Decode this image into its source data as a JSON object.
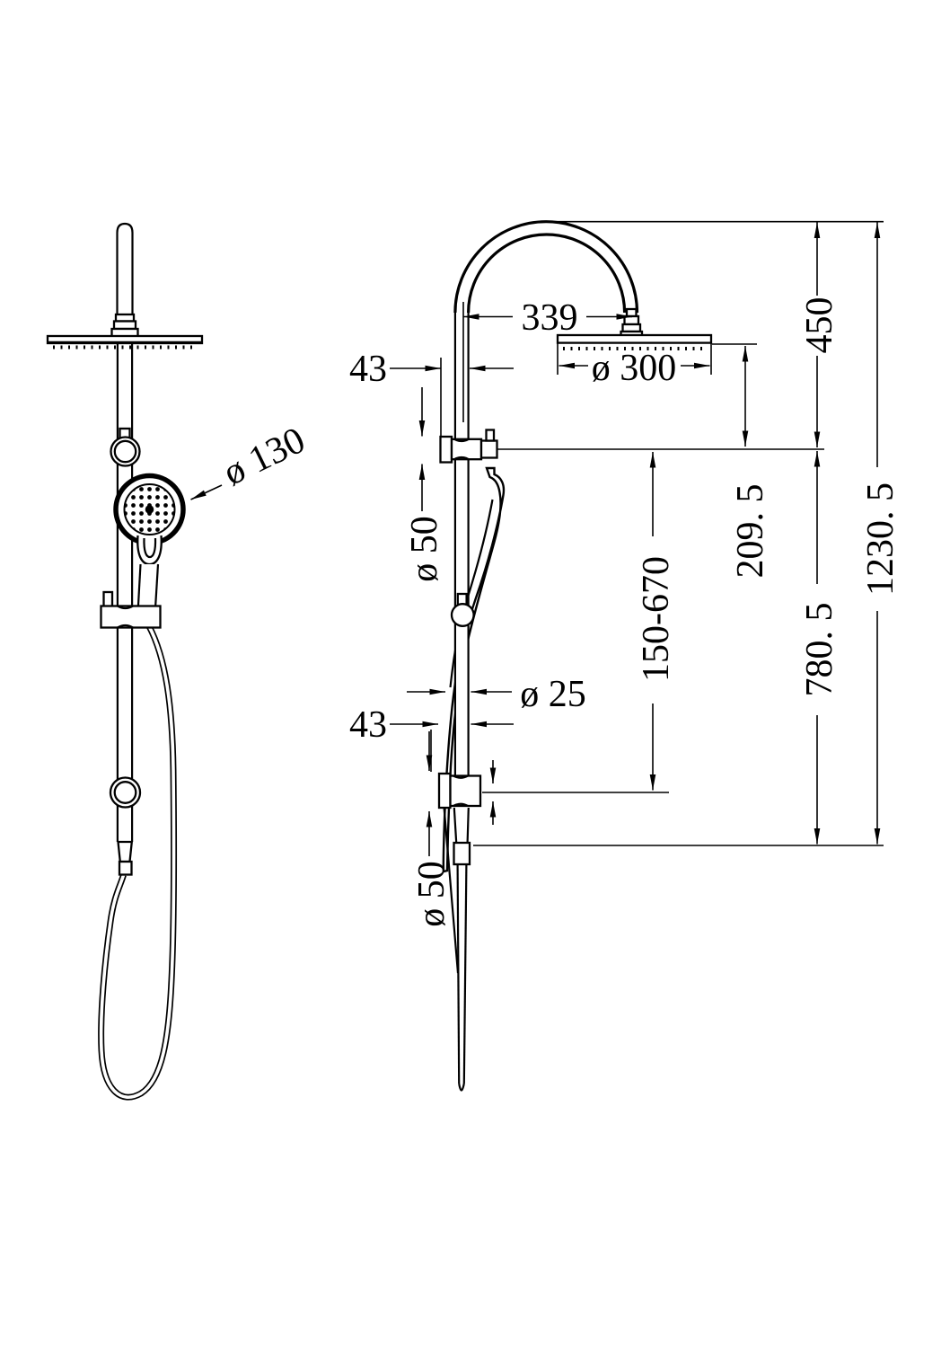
{
  "drawing": {
    "description": "Technical dimension drawing of a twin shower rail set (front view and side view)",
    "labels": {
      "dim_arc_reach": "339",
      "dim_head_diameter": "ø 300",
      "dim_top_offset": "43",
      "dim_arc_height": "450",
      "dim_flange_top": "ø 50",
      "dim_head_to_bracket": "209. 5",
      "dim_slider_range": "150-670",
      "dim_total_height": "1230. 5",
      "dim_rail_length": "780. 5",
      "dim_rail_diameter": "ø 25",
      "dim_bottom_offset": "43",
      "dim_flange_bottom": "ø 50",
      "dim_handshower_diameter": "ø 130"
    },
    "colors": {
      "line": "#000000",
      "background": "#ffffff"
    }
  }
}
